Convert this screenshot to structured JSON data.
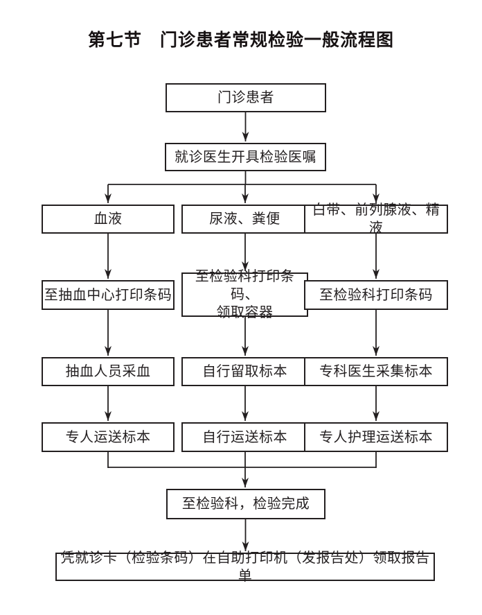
{
  "page": {
    "title": "第七节　门诊患者常规检验一般流程图"
  },
  "colors": {
    "line": "#231f20",
    "background": "#ffffff"
  },
  "flowchart": {
    "nodes": {
      "outpatient": "门诊患者",
      "doctor_order": "就诊医生开具检验医嘱",
      "blood": "血液",
      "urine_stool": "尿液、粪便",
      "gyn_specimens": "白带、前列腺液、精液",
      "blood_center_barcode": "至抽血中心打印条码",
      "lab_barcode_container": "至检验科打印条码、\n领取容器",
      "lab_barcode": "至检验科打印条码",
      "staff_draw_blood": "抽血人员采血",
      "self_collect_specimen": "自行留取标本",
      "specialist_collect_specimen": "专科医生采集标本",
      "courier_transport_specimen": "专人运送标本",
      "self_transport_specimen": "自行运送标本",
      "nurse_transport_specimen": "专人护理运送标本",
      "lab_test_complete": "至检验科，检验完成",
      "report_pickup": "凭就诊卡（检验条码）在自助打印机（发报告处）领取报告单"
    }
  }
}
